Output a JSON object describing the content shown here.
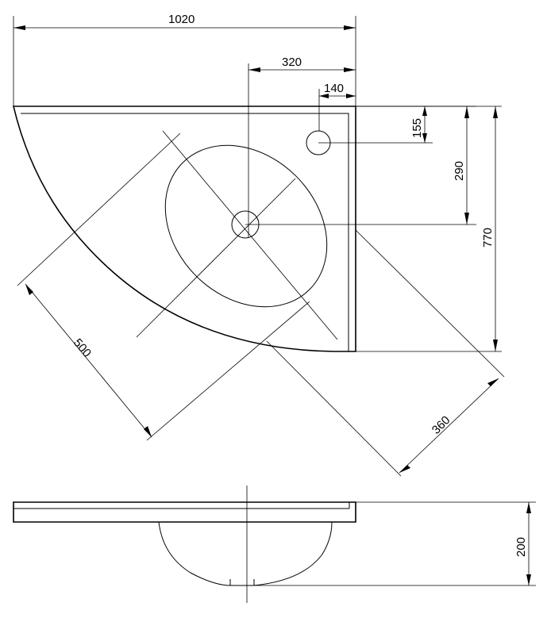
{
  "dimensions": {
    "overall_width": "1020",
    "drain_offset": "320",
    "tap_offset_x": "140",
    "tap_offset_y": "155",
    "drain_offset_y": "290",
    "overall_depth": "770",
    "bowl_length": "500",
    "bowl_width": "360",
    "height": "200"
  }
}
